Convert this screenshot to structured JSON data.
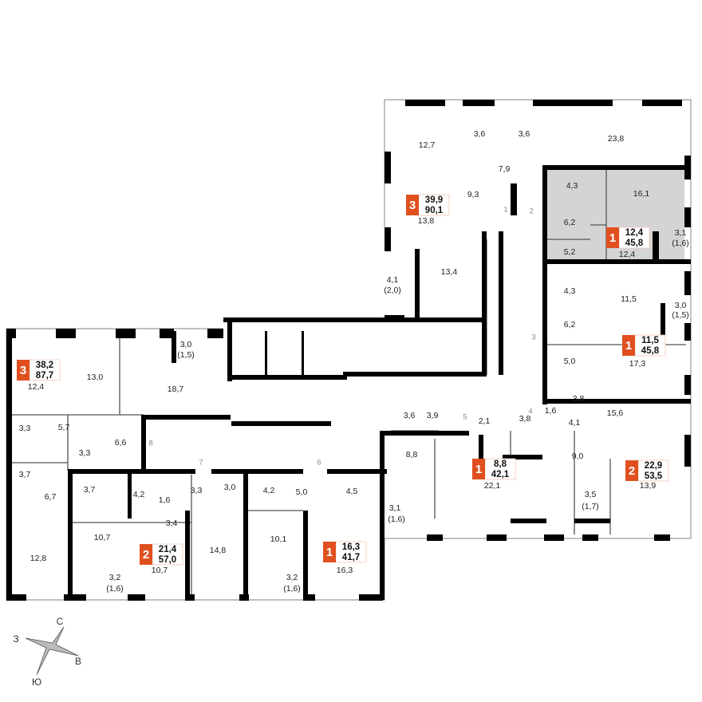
{
  "colors": {
    "accent": "#e0501f",
    "wall": "#000000",
    "highlight": "#d4d4d4",
    "outline": "#9a9a9a"
  },
  "apartments": [
    {
      "rooms": "3",
      "living_area": "39,9",
      "total_area": "90,1",
      "highlighted": false
    },
    {
      "rooms": "1",
      "living_area": "12,4",
      "total_area": "45,8",
      "highlighted": true
    },
    {
      "rooms": "1",
      "living_area": "11,5",
      "total_area": "45,8",
      "highlighted": false
    },
    {
      "rooms": "1",
      "living_area": "8,8",
      "total_area": "42,1",
      "highlighted": false
    },
    {
      "rooms": "2",
      "living_area": "22,9",
      "total_area": "53,5",
      "highlighted": false
    },
    {
      "rooms": "3",
      "living_area": "38,2",
      "total_area": "87,7",
      "highlighted": false
    },
    {
      "rooms": "2",
      "living_area": "21,4",
      "total_area": "57,0",
      "highlighted": false
    },
    {
      "rooms": "1",
      "living_area": "16,3",
      "total_area": "41,7",
      "highlighted": false
    }
  ],
  "rooms": [
    "12,7",
    "3,6",
    "3,6",
    "23,8",
    "7,9",
    "4,3",
    "16,1",
    "9,3",
    "13,8",
    "6,2",
    "5,2",
    "12,4",
    "3,1",
    "(1,6)",
    "4,1",
    "(2,0)",
    "13,4",
    "4,3",
    "11,5",
    "3,0",
    "(1,5)",
    "6,2",
    "5,0",
    "17,3",
    "3,8",
    "1,6",
    "3,8",
    "15,6",
    "3,6",
    "3,9",
    "2,1",
    "4,1",
    "8,8",
    "9,0",
    "22,1",
    "13,9",
    "3,1",
    "(1,6)",
    "3,5",
    "(1,7)",
    "3,0",
    "(1,5)",
    "13,0",
    "18,7",
    "12,4",
    "3,3",
    "5,7",
    "6,6",
    "3,3",
    "3,7",
    "6,7",
    "3,7",
    "4,2",
    "1,6",
    "3,3",
    "3,0",
    "4,2",
    "5,0",
    "4,5",
    "3,4",
    "10,7",
    "12,8",
    "14,8",
    "10,1",
    "10,7",
    "16,3",
    "3,2",
    "(1,6)",
    "3,2",
    "(1,6)"
  ],
  "doors": [
    "1",
    "2",
    "3",
    "4",
    "5",
    "6",
    "7",
    "8"
  ],
  "compass": {
    "north": "С",
    "east": "В",
    "south": "Ю",
    "west": "З"
  }
}
